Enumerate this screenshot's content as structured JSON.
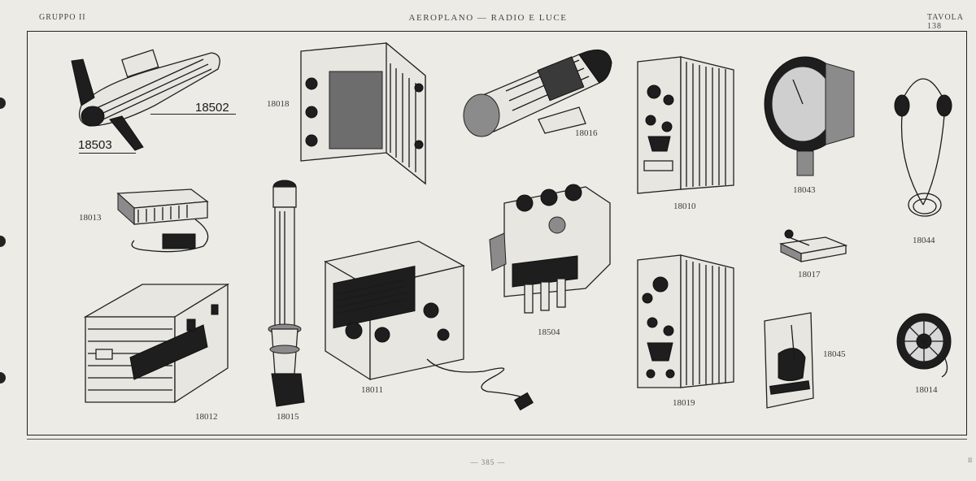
{
  "header": {
    "group": "GRUPPO II",
    "title": "AEROPLANO — RADIO E LUCE",
    "plate": "TAVOLA 138"
  },
  "items": {
    "i18502": "18502",
    "i18503": "18503",
    "i18018": "18018",
    "i18016": "18016",
    "i18010": "18010",
    "i18043": "18043",
    "i18044": "18044",
    "i18013": "18013",
    "i18017": "18017",
    "i18504": "18504",
    "i18012": "18012",
    "i18015": "18015",
    "i18011": "18011",
    "i18019": "18019",
    "i18045": "18045",
    "i18014": "18014"
  },
  "footer": {
    "page": "— 385 —",
    "edge": "II"
  }
}
